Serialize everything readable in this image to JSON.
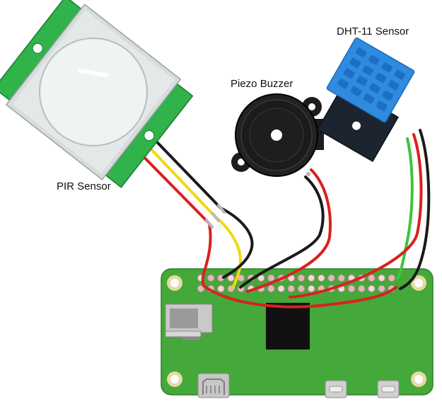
{
  "labels": {
    "pir": "PIR Sensor",
    "buzzer": "Piezo Buzzer",
    "dht": "DHT-11 Sensor"
  },
  "colors": {
    "board": "#45a83a",
    "pir_pcb": "#2fb34a",
    "pir_lens": "#e8ecec",
    "dht_body": "#2f8be0",
    "wire_red": "#d9211e",
    "wire_black": "#1a1a1a",
    "wire_yellow": "#f2d80f",
    "wire_green": "#3ec33a",
    "chip": "#111111"
  },
  "components": [
    {
      "id": "pir-sensor",
      "kind": "motion sensor"
    },
    {
      "id": "piezo-buzzer",
      "kind": "buzzer"
    },
    {
      "id": "dht11-sensor",
      "kind": "temperature/humidity sensor"
    },
    {
      "id": "raspberry-pi-zero",
      "kind": "single board computer"
    }
  ],
  "connections": [
    {
      "from": "pir-sensor",
      "to": "raspberry-pi-zero",
      "wires": [
        "red",
        "yellow",
        "black"
      ]
    },
    {
      "from": "piezo-buzzer",
      "to": "raspberry-pi-zero",
      "wires": [
        "red",
        "black"
      ]
    },
    {
      "from": "dht11-sensor",
      "to": "raspberry-pi-zero",
      "wires": [
        "green",
        "red",
        "black"
      ]
    }
  ]
}
